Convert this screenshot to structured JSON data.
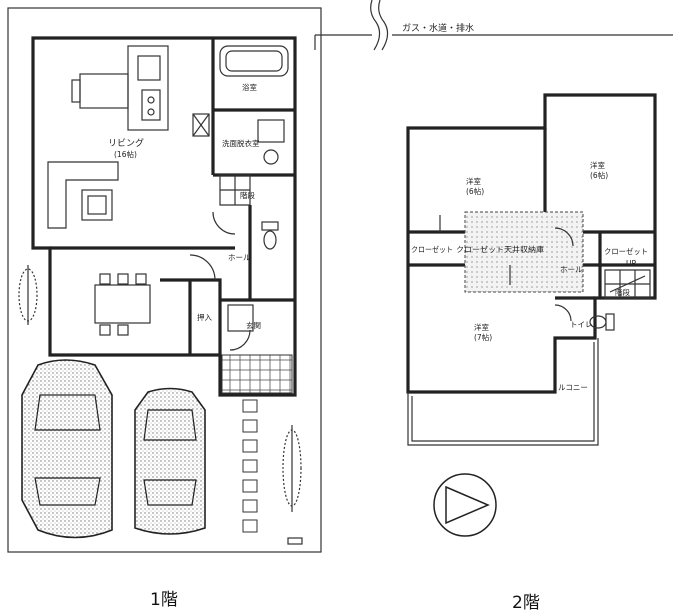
{
  "labels": {
    "utilities": "ガス・水道・排水",
    "living": "リビング",
    "living_size": "(16帖)",
    "bath": "浴室",
    "washroom": "洗面脱衣室",
    "stairs_1f": "階段",
    "hall": "ホール",
    "storage_1f": "押入",
    "entrance": "玄関",
    "western_1": "洋室",
    "western_1_size": "(6帖)",
    "western_2": "洋室",
    "western_2_size": "(6帖)",
    "western_3": "洋室",
    "western_3_size": "(7帖)",
    "closet_left": "クローゼット",
    "closet_center": "クローゼット天井収納庫",
    "closet_right": "クローゼット",
    "hall_2f": "ホール",
    "toilet_2f": "トイレ",
    "stairs_2f": "階段",
    "up": "UP",
    "balcony": "ルコニー",
    "floor1": "1階",
    "floor2": "2階"
  }
}
